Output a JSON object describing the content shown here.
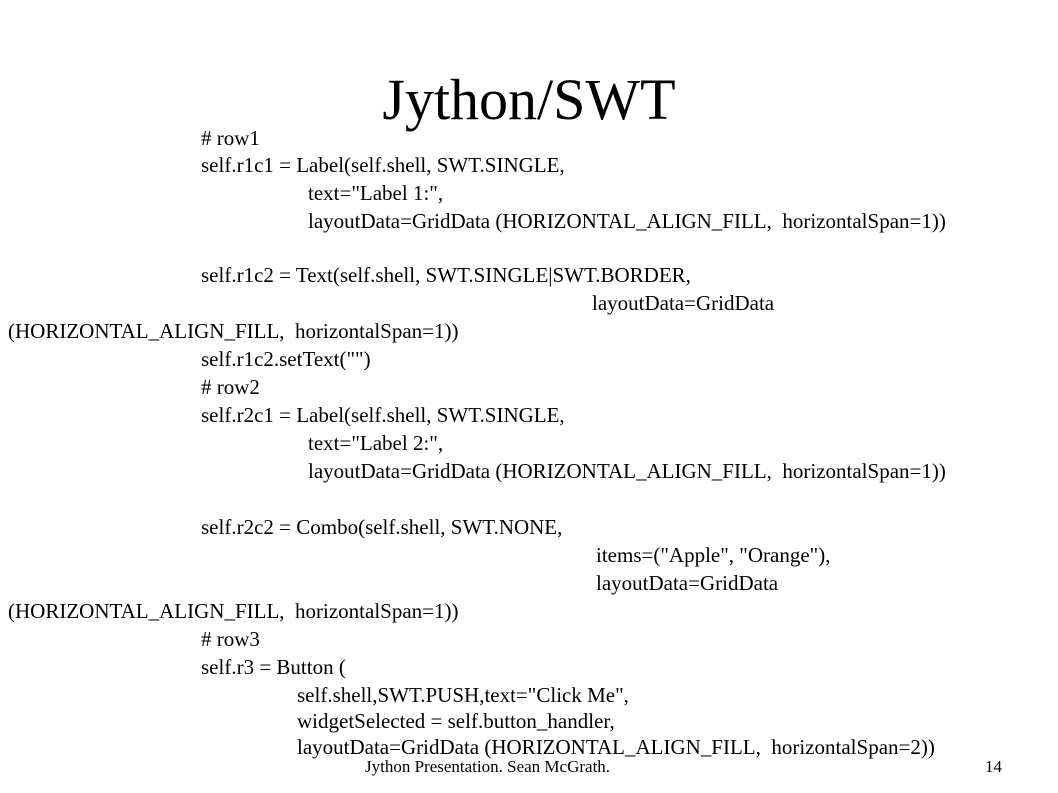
{
  "slide": {
    "title": "Jython/SWT",
    "code_lines": [
      "# row1",
      "self.r1c1 = Label(self.shell, SWT.SINGLE,",
      "text=\"Label 1:\",",
      "layoutData=GridData (HORIZONTAL_ALIGN_FILL,  horizontalSpan=1))",
      "self.r1c2 = Text(self.shell, SWT.SINGLE|SWT.BORDER,",
      "layoutData=GridData",
      "(HORIZONTAL_ALIGN_FILL,  horizontalSpan=1))",
      "self.r1c2.setText(\"\")",
      "# row2",
      "self.r2c1 = Label(self.shell, SWT.SINGLE,",
      "text=\"Label 2:\",",
      "layoutData=GridData (HORIZONTAL_ALIGN_FILL,  horizontalSpan=1))",
      "self.r2c2 = Combo(self.shell, SWT.NONE,",
      "items=(\"Apple\", \"Orange\"),",
      "layoutData=GridData",
      "(HORIZONTAL_ALIGN_FILL,  horizontalSpan=1))",
      "# row3",
      "self.r3 = Button (",
      "self.shell,SWT.PUSH,text=\"Click Me\",",
      "widgetSelected = self.button_handler,",
      "layoutData=GridData (HORIZONTAL_ALIGN_FILL,  horizontalSpan=2))"
    ],
    "footer": {
      "presentation": "Jython Presentation. Sean McGrath.",
      "page_number": "14"
    }
  }
}
